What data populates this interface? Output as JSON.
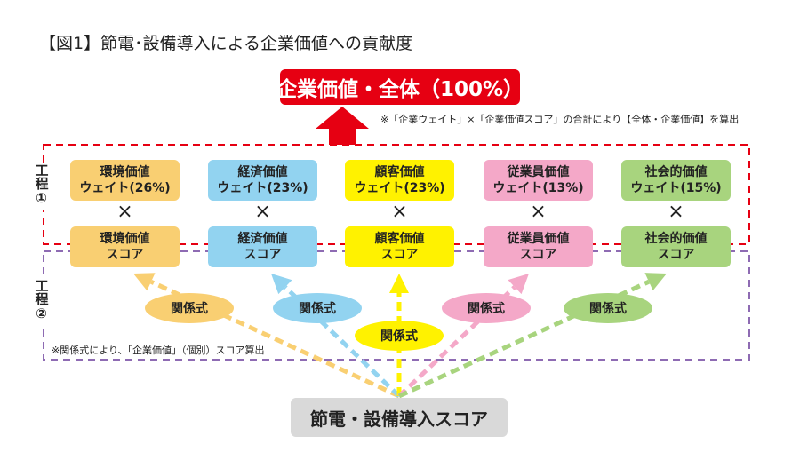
{
  "title": "【図1】節電･設備導入による企業価値への貢献度",
  "total_label": "企業価値・全体（100%）",
  "total_note": "※「企業ウェイト」×「企業価値スコア」の合計により【全体・企業価値】を算出",
  "step1_label": "工程①",
  "step2_label": "工程②",
  "step2_note": "※関係式により、「企業価値」（個別）スコア算出",
  "multiply_symbol": "×",
  "categories": [
    {
      "weight_line1": "環境価値",
      "weight_line2": "ウェイト(26%)",
      "weight_percent": 26,
      "score_line1": "環境価値",
      "score_line2": "スコア",
      "relation": "関係式",
      "color": "#f9cf72"
    },
    {
      "weight_line1": "経済価値",
      "weight_line2": "ウェイト(23%)",
      "weight_percent": 23,
      "score_line1": "経済価値",
      "score_line2": "スコア",
      "relation": "関係式",
      "color": "#92d3f0"
    },
    {
      "weight_line1": "顧客価値",
      "weight_line2": "ウェイト(23%)",
      "weight_percent": 23,
      "score_line1": "顧客価値",
      "score_line2": "スコア",
      "relation": "関係式",
      "color": "#fff200"
    },
    {
      "weight_line1": "従業員価値",
      "weight_line2": "ウェイト(13%)",
      "weight_percent": 13,
      "score_line1": "従業員価値",
      "score_line2": "スコア",
      "relation": "関係式",
      "color": "#f4a8c8"
    },
    {
      "weight_line1": "社会的価値",
      "weight_line2": "ウェイト(15%)",
      "weight_percent": 15,
      "score_line1": "社会的価値",
      "score_line2": "スコア",
      "relation": "関係式",
      "color": "#a8d47e"
    }
  ],
  "bottom_label": "節電・設備導入スコア",
  "colors": {
    "red": "#e60012",
    "purple": "#8e6bb3",
    "gray": "#d9d9d9"
  }
}
